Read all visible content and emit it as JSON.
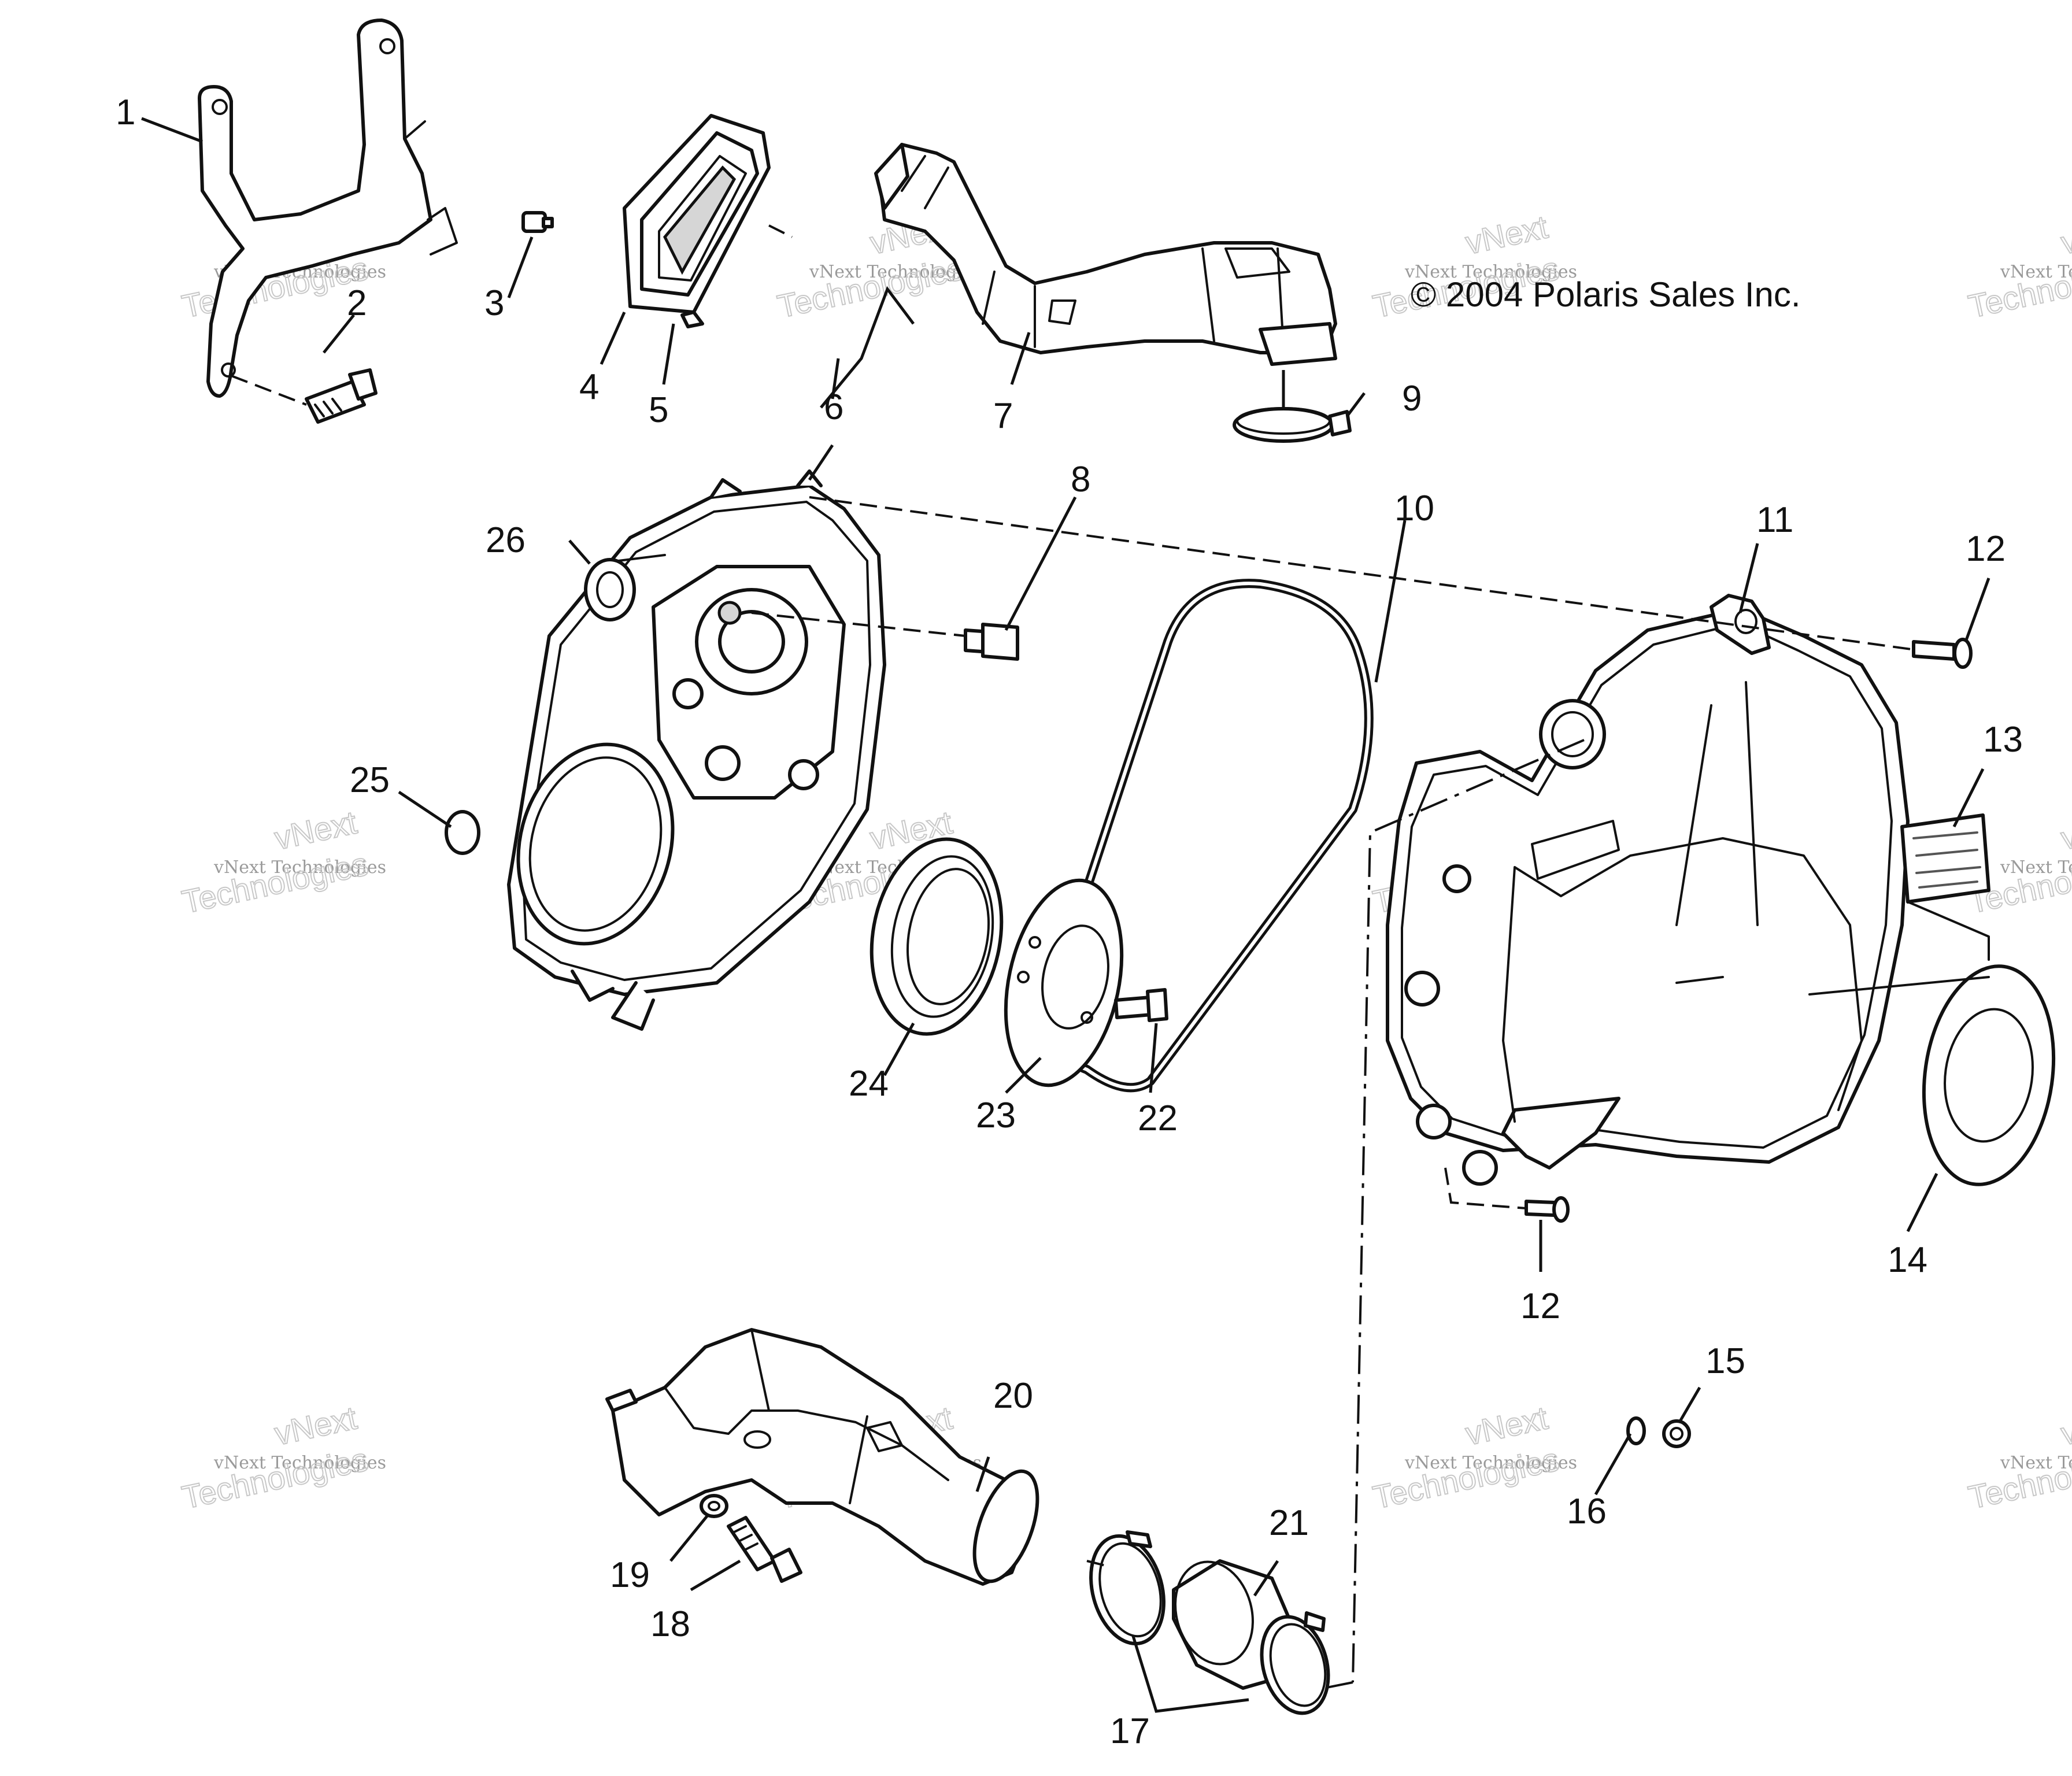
{
  "copyright": "© 2004 Polaris Sales Inc.",
  "callouts": [
    "1",
    "2",
    "3",
    "4",
    "5",
    "6",
    "7",
    "8",
    "9",
    "10",
    "11",
    "12",
    "12",
    "13",
    "14",
    "15",
    "16",
    "17",
    "18",
    "19",
    "20",
    "21",
    "22",
    "23",
    "24",
    "25",
    "26"
  ],
  "watermark": {
    "line1": "vNext Technologies",
    "line2a": "vNext",
    "line2b": "Technologies"
  },
  "colors": {
    "ink": "#111111",
    "watermark": "#c8c8c8",
    "background": "#ffffff"
  }
}
